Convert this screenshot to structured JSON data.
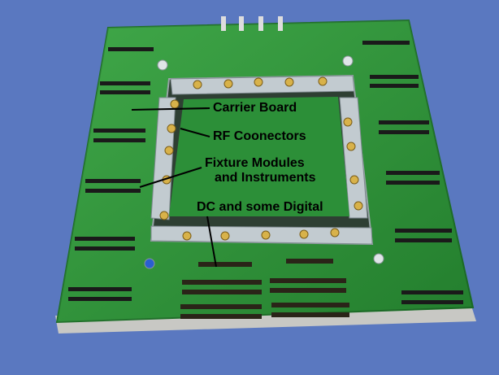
{
  "image": {
    "alt": "",
    "colors": {
      "background": "#5a78c0",
      "board": "#2f9a3a",
      "board_edge": "#1e6e28",
      "frame": "#b9c2c8",
      "connector_gold": "#d8b24a",
      "header_black": "#1a1a1a",
      "base_plate": "#c8c8c4"
    }
  },
  "callouts": {
    "carrier": "Carrier Board",
    "rf": "RF Coonectors",
    "fixture_line1": "Fixture Modules",
    "fixture_line2": "and Instruments",
    "dc": "DC and some Digital"
  }
}
